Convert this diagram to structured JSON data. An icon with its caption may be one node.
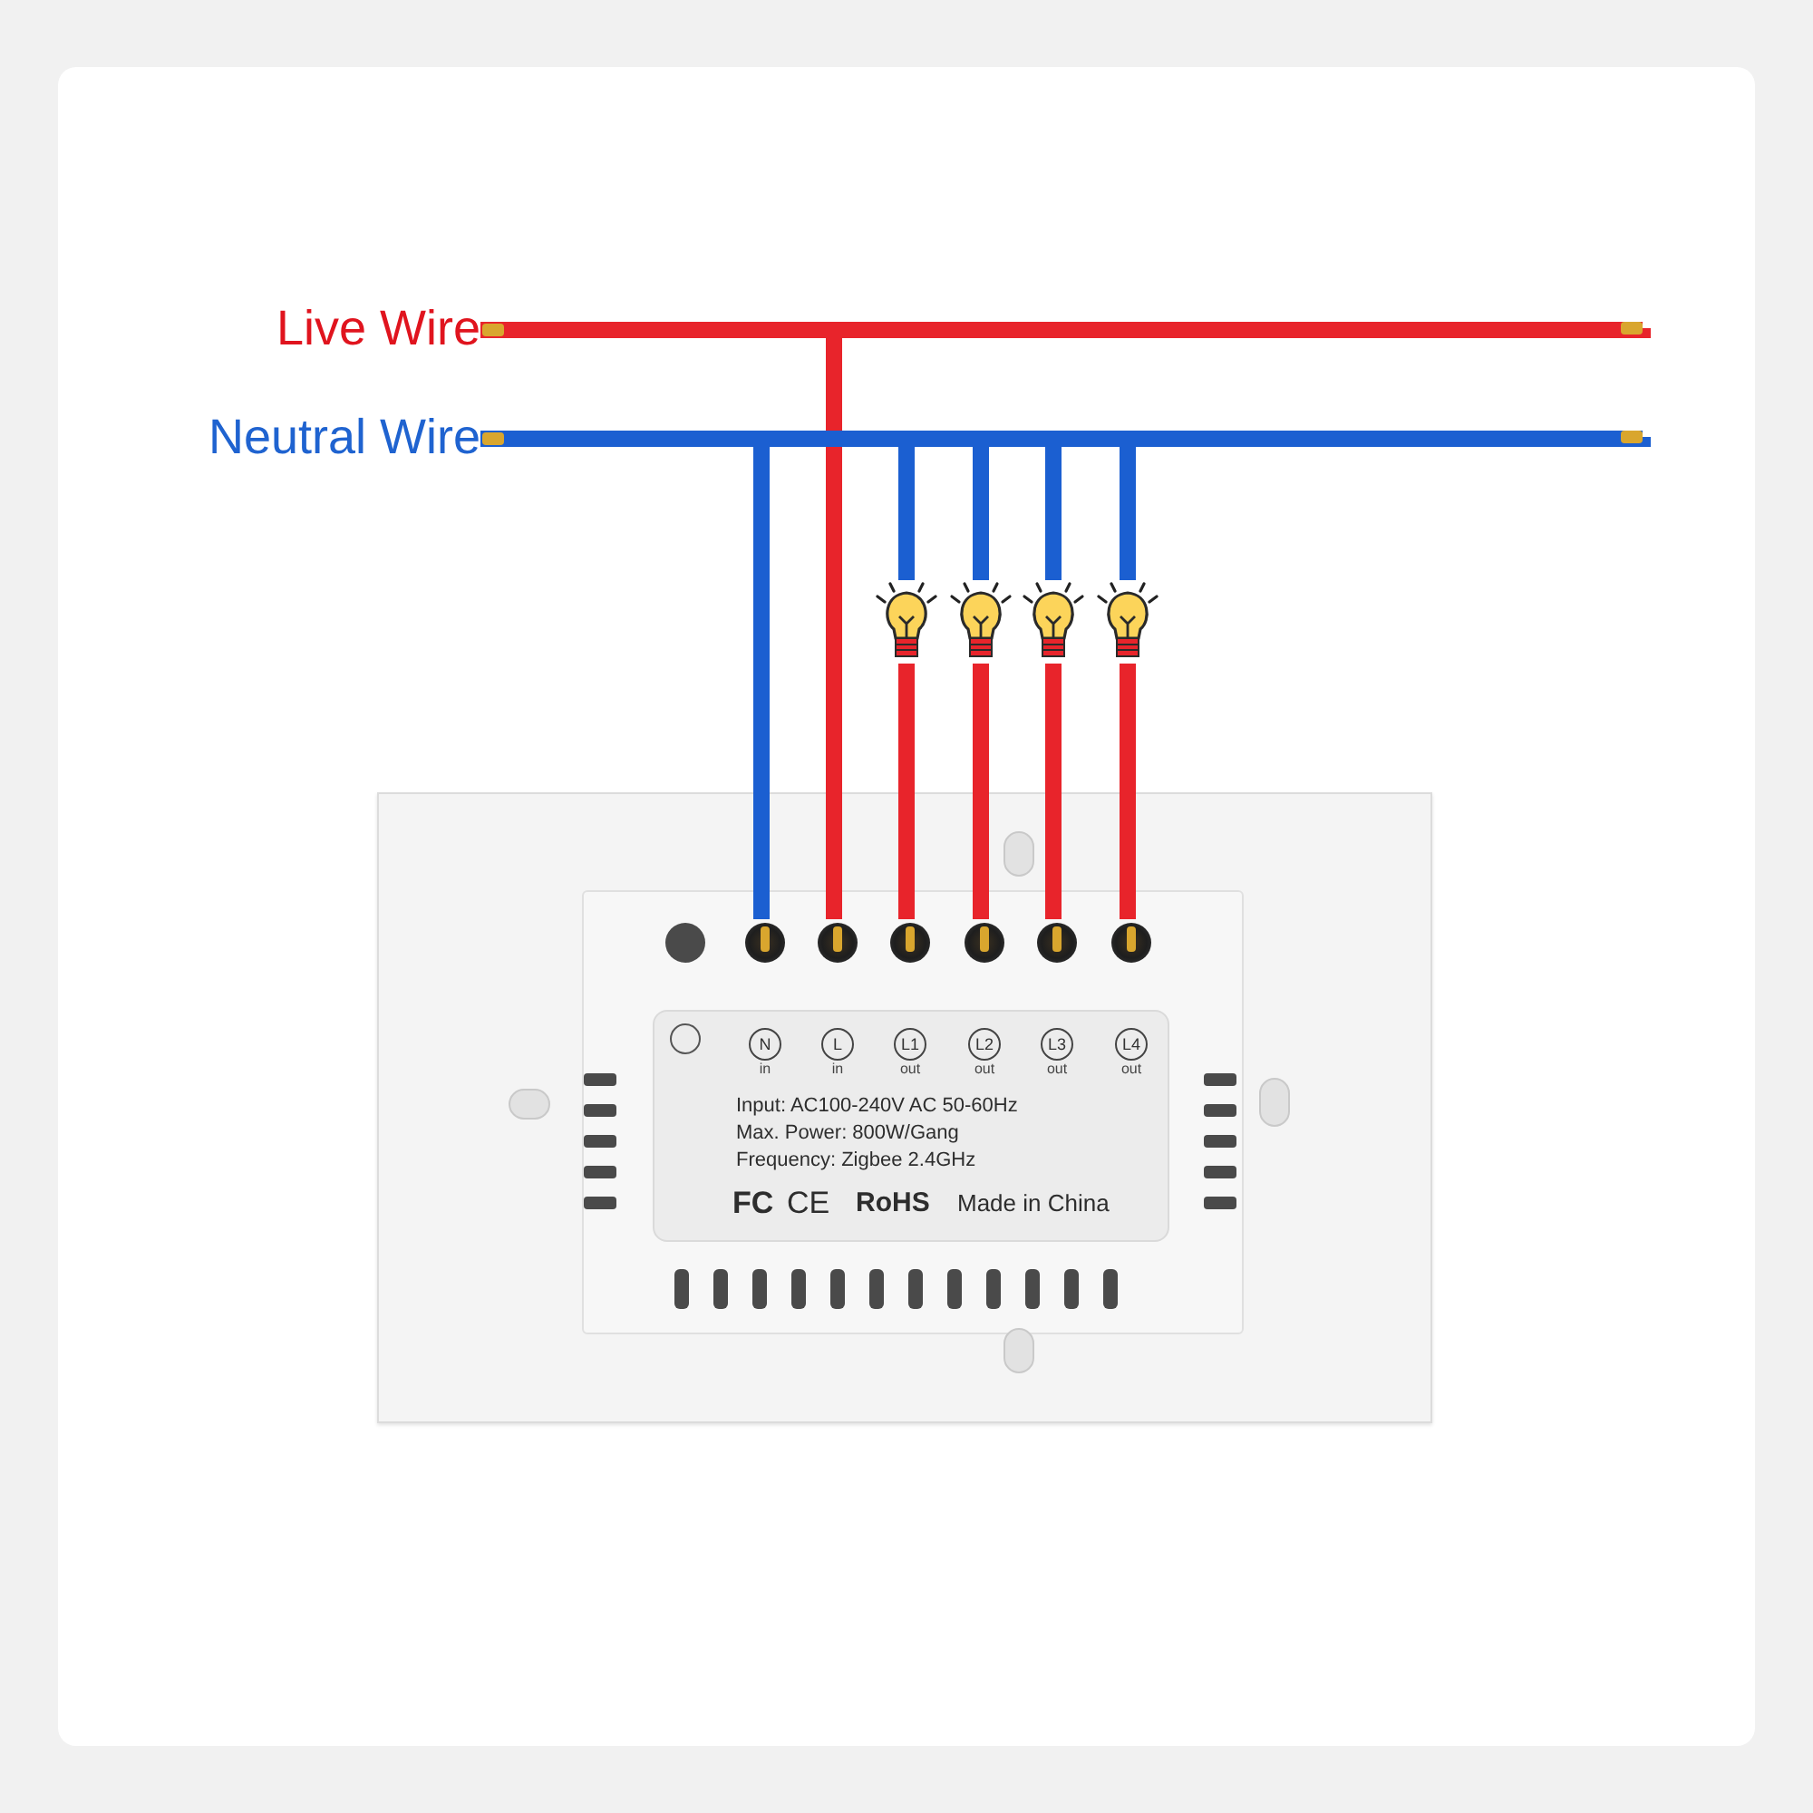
{
  "diagram": {
    "nodes": [
      {
        "text": [
          "Live Wire"
        ]
      },
      {
        "text": [
          "Neutral Wire"
        ]
      },
      {
        "text": [],
        "shape": "bulb"
      },
      {
        "text": [],
        "shape": "bulb"
      },
      {
        "text": [],
        "shape": "bulb"
      },
      {
        "text": [],
        "shape": "bulb"
      },
      {
        "text": [],
        "shape": "box"
      },
      {
        "text": [],
        "shape": "box",
        "in": 6
      },
      {
        "text": [],
        "shape": "circle",
        "in": 7
      },
      {
        "text": [],
        "shape": "circle",
        "in": 7
      },
      {
        "text": [],
        "shape": "circle",
        "in": 7
      },
      {
        "text": [],
        "shape": "circle",
        "in": 7
      },
      {
        "text": [],
        "shape": "circle",
        "in": 7
      },
      {
        "text": [],
        "shape": "circle",
        "in": 7
      },
      {
        "text": [
          "Input: AC100-240V AC 50-60Hz",
          "Max. Power: 800W/Gang",
          "Frequency: Zigbee 2.4GHz",
          "FC",
          "CE",
          "RoHS",
          "Made in China"
        ],
        "in": 7
      },
      {
        "text": [
          "N",
          "in"
        ],
        "in": 14
      },
      {
        "text": [
          "L",
          "in"
        ],
        "in": 14
      },
      {
        "text": [
          "L1",
          "out"
        ],
        "in": 14
      },
      {
        "text": [
          "L2",
          "out"
        ],
        "in": 14
      },
      {
        "text": [
          "L3",
          "out"
        ],
        "in": 14
      },
      {
        "text": [
          "L4",
          "out"
        ],
        "in": 14
      }
    ],
    "edges": [
      {
        "from": 0,
        "to": null,
        "arrow": "none",
        "color": "#e8242b"
      },
      {
        "from": 1,
        "to": null,
        "arrow": "none",
        "color": "#1b5fd1"
      },
      {
        "from": 0,
        "to": 9,
        "arrow": "none",
        "color": "#e8242b"
      },
      {
        "from": 1,
        "to": 8,
        "arrow": "none",
        "color": "#1b5fd1"
      },
      {
        "from": 1,
        "to": 2,
        "arrow": "none",
        "color": "#1b5fd1"
      },
      {
        "from": 1,
        "to": 3,
        "arrow": "none",
        "color": "#1b5fd1"
      },
      {
        "from": 1,
        "to": 4,
        "arrow": "none",
        "color": "#1b5fd1"
      },
      {
        "from": 1,
        "to": 5,
        "arrow": "none",
        "color": "#1b5fd1"
      },
      {
        "from": 2,
        "to": 10,
        "arrow": "none",
        "color": "#e8242b"
      },
      {
        "from": 3,
        "to": 11,
        "arrow": "none",
        "color": "#e8242b"
      },
      {
        "from": 4,
        "to": 12,
        "arrow": "none",
        "color": "#e8242b"
      },
      {
        "from": 5,
        "to": 13,
        "arrow": "none",
        "color": "#e8242b"
      }
    ]
  }
}
